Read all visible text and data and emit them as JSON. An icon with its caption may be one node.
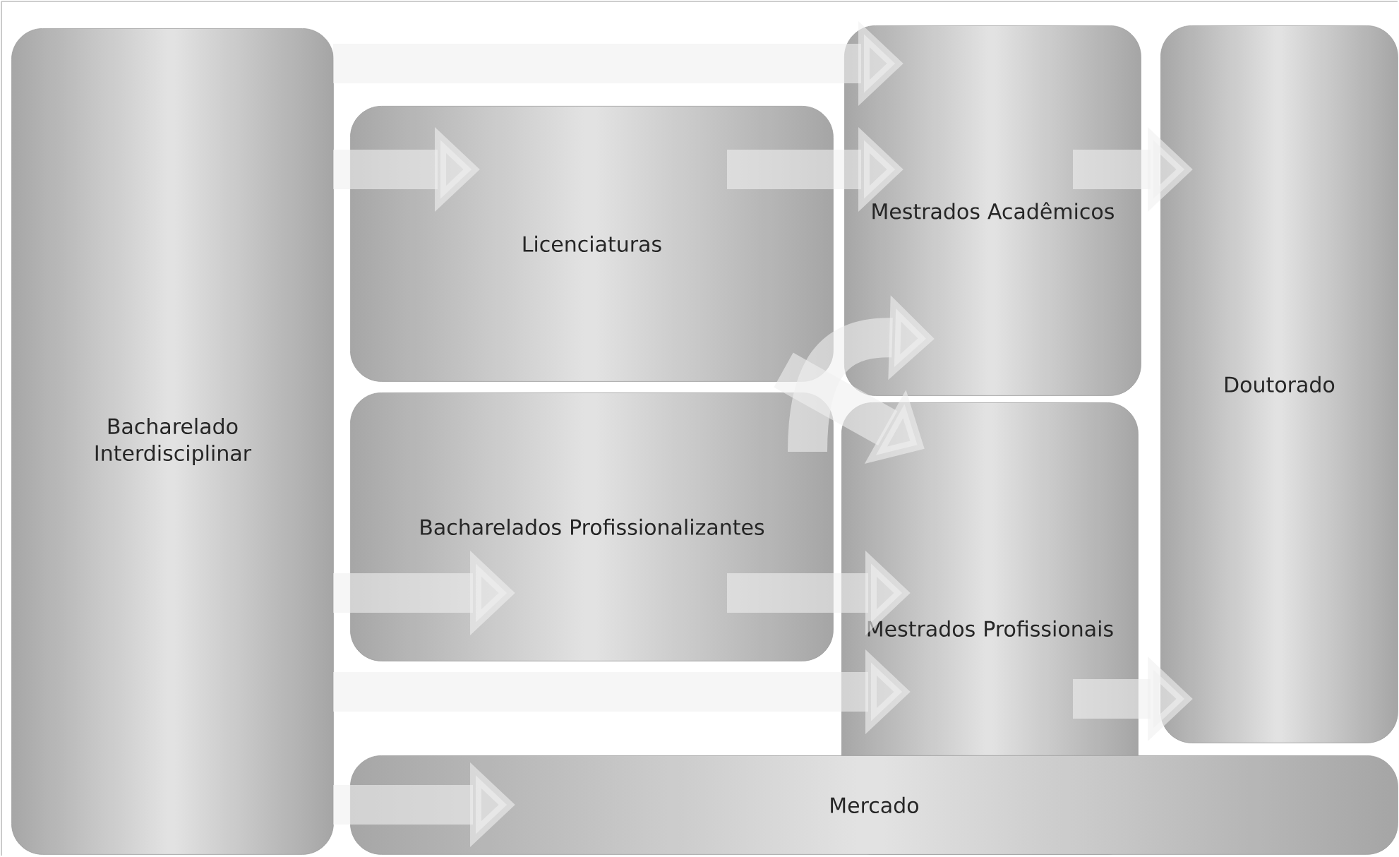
{
  "diagram": {
    "nodes": [
      {
        "text": [
          "Bacharelado Interdisciplinar"
        ]
      },
      {
        "text": [
          "Licenciaturas"
        ]
      },
      {
        "text": [
          "Mestrados Acadêmicos"
        ]
      },
      {
        "text": [
          "Doutorado"
        ]
      },
      {
        "text": [
          "Bacharelados Profissionalizantes"
        ]
      },
      {
        "text": [
          "Mestrados Profissionais"
        ]
      },
      {
        "text": [
          "Mercado"
        ]
      }
    ],
    "edges": [
      {
        "from": 0,
        "to": 2,
        "arrow": "to"
      },
      {
        "from": 0,
        "to": 1,
        "arrow": "to"
      },
      {
        "from": 1,
        "to": 2,
        "arrow": "to"
      },
      {
        "from": 2,
        "to": 3,
        "arrow": "to"
      },
      {
        "from": 4,
        "to": 2,
        "arrow": "to"
      },
      {
        "from": 1,
        "to": 5,
        "arrow": "to"
      },
      {
        "from": 0,
        "to": 4,
        "arrow": "to"
      },
      {
        "from": 4,
        "to": 5,
        "arrow": "to"
      },
      {
        "from": 0,
        "to": 5,
        "arrow": "to"
      },
      {
        "from": 5,
        "to": 3,
        "arrow": "to"
      },
      {
        "from": 0,
        "to": 6,
        "arrow": "to"
      }
    ]
  }
}
